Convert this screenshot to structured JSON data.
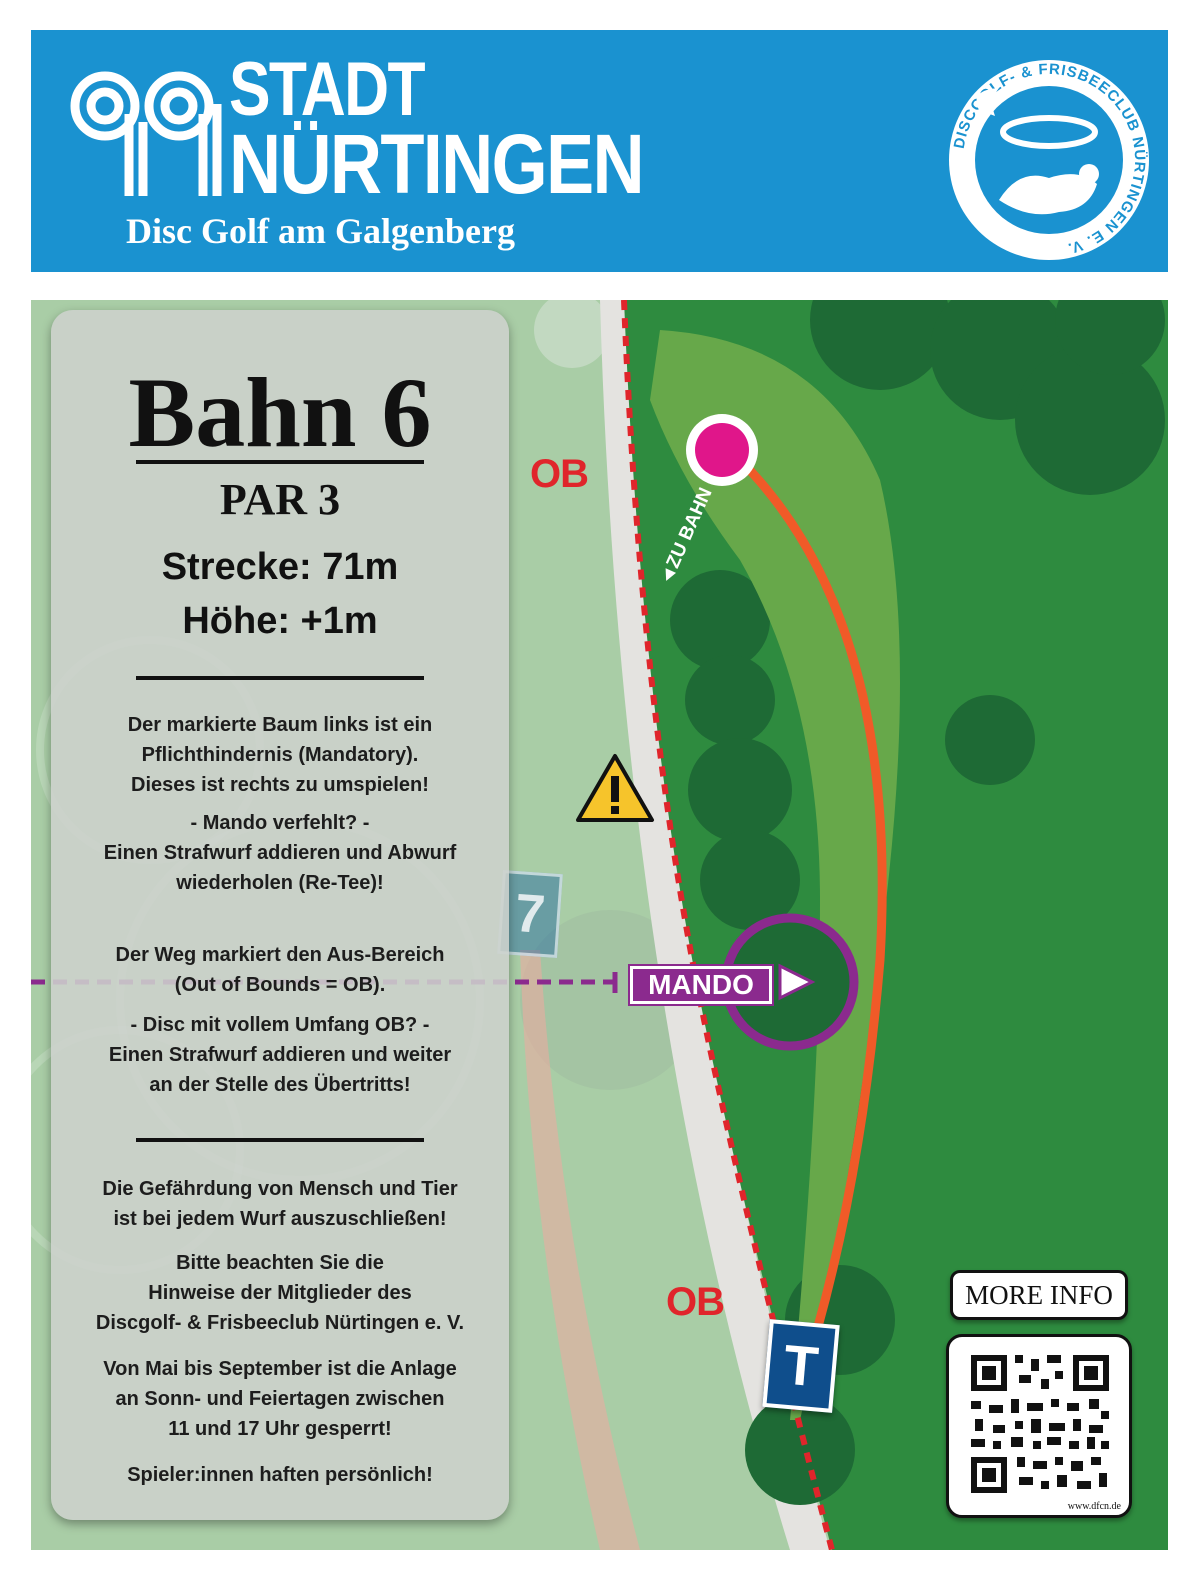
{
  "header": {
    "city_line1": "STADT",
    "city_line2": "NÜRTINGEN",
    "subtitle": "Disc Golf am Galgenberg",
    "club_ring_text": "DISCGOLF- & FRISBEECLUB NÜRTINGEN E. V.",
    "brand_color": "#1a92d0"
  },
  "panel": {
    "hole_title": "Bahn 6",
    "par": "PAR 3",
    "distance": "Strecke: 71m",
    "height": "Höhe: +1m",
    "mando_rule": "Der markierte Baum links ist ein\nPflichthindernis (Mandatory).\nDieses ist rechts zu umspielen!",
    "mando_missed": "- Mando verfehlt? -\nEinen Strafwurf addieren und Abwurf\nwiederholen (Re-Tee)!",
    "ob_rule": "Der Weg markiert den Aus-Bereich\n(Out of Bounds = OB).",
    "ob_question": "- Disc mit vollem Umfang OB? -\nEinen Strafwurf addieren und weiter\nan der Stelle des Übertritts!",
    "safety": "Die Gefährdung von Mensch und Tier\nist bei jedem Wurf auszuschließen!",
    "members": "Bitte beachten Sie die\nHinweise der Mitglieder des\nDiscgolf- & Frisbeeclub Nürtingen e. V.",
    "closure": "Von Mai bis September ist die Anlage\nan Sonn- und Feiertagen zwischen\n11 und 17 Uhr gesperrt!",
    "liability": "Spieler:innen haften persönlich!"
  },
  "map": {
    "ob_label": "OB",
    "mando_label": "MANDO",
    "next_hole_direction": "◄ZU BAHN 7",
    "tee_label": "T",
    "next_hole_sign": "7",
    "basket_color": "#e0168a",
    "fairway_line_color": "#f05a28",
    "ob_line_color": "#e0252b",
    "mando_color": "#8b2a8e",
    "icons": [
      "warning-icon",
      "basket-icon",
      "tee-sign-icon",
      "mando-tree-icon"
    ]
  },
  "more_info": {
    "label": "MORE INFO",
    "url": "www.dfcn.de"
  }
}
